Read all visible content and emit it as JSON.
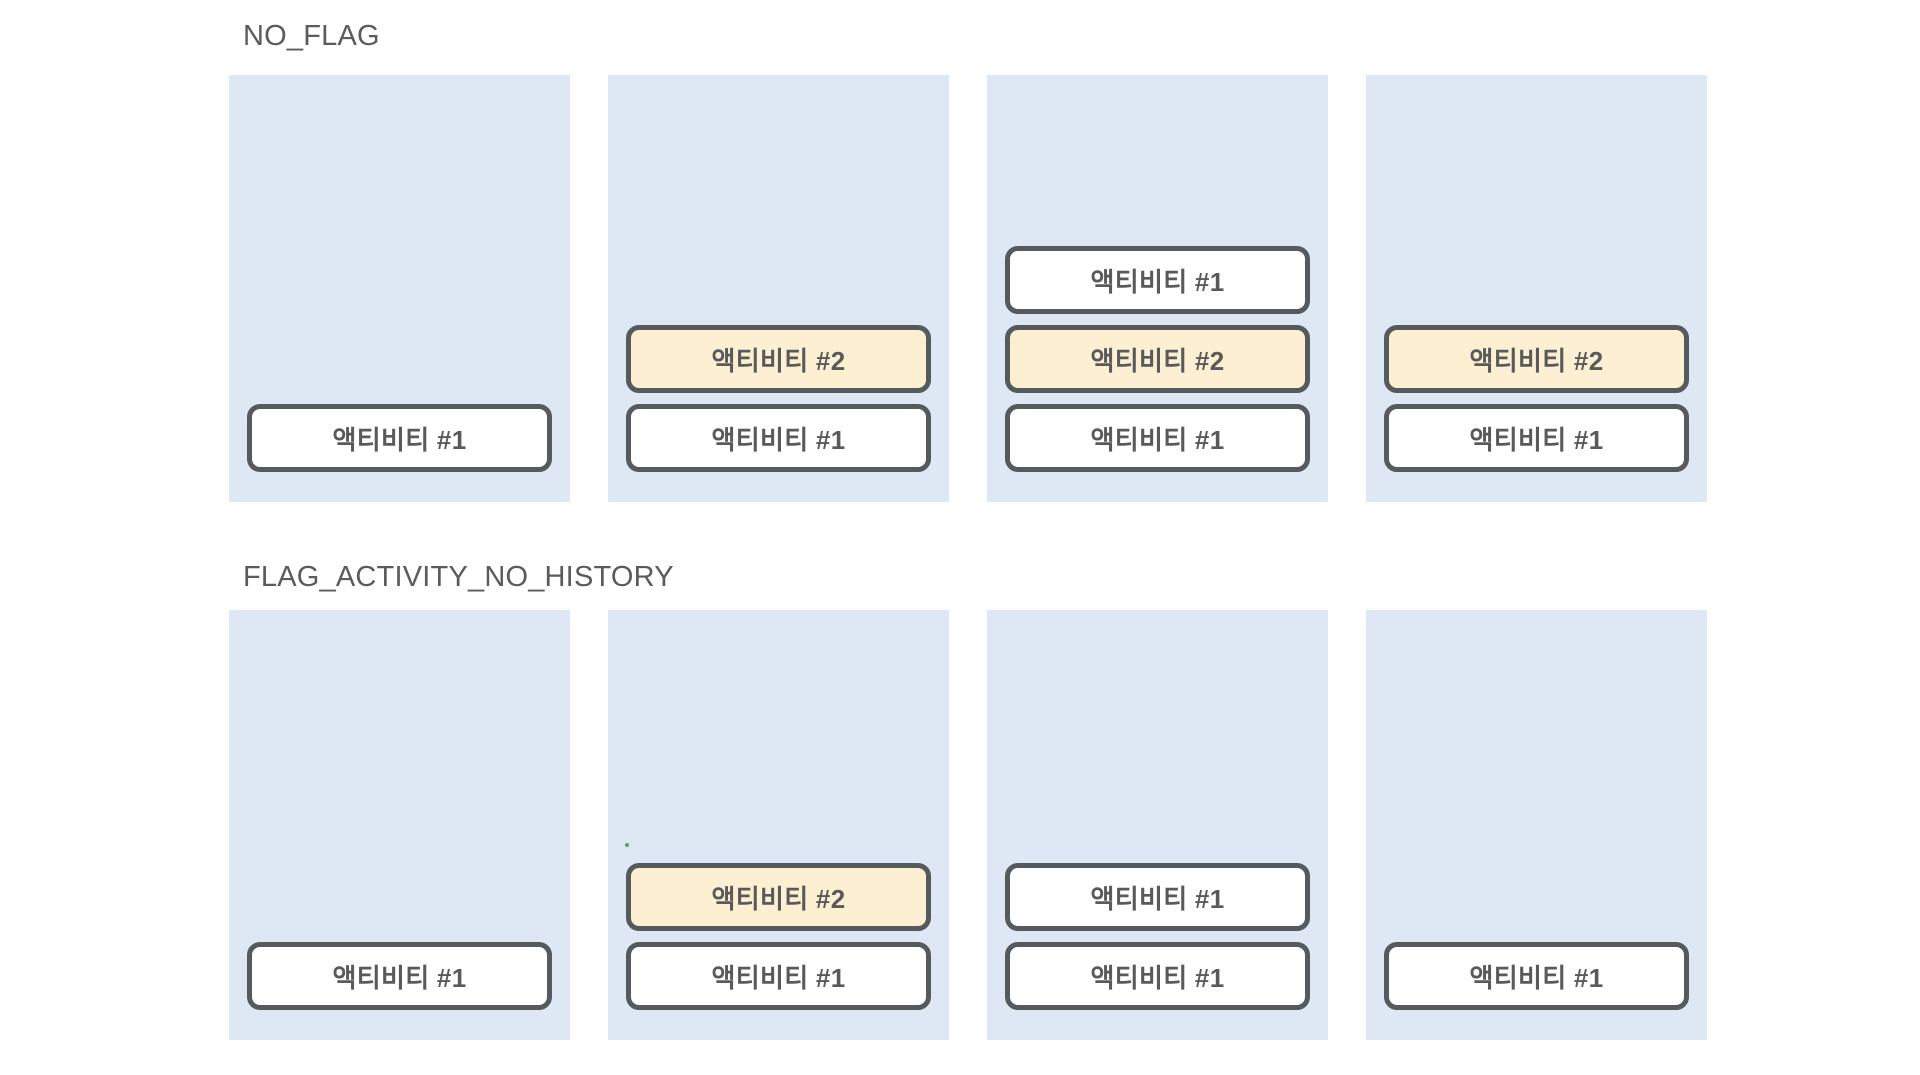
{
  "page": {
    "background_color": "#ffffff",
    "panel_color": "#dee8f5",
    "box_border_color": "#555b5c",
    "box_fill_default": "#ffffff",
    "box_fill_highlight": "#fdf0d2",
    "text_color": "#5a5a5a",
    "title_color": "#5b5b5b"
  },
  "sections": [
    {
      "title": "NO_FLAG",
      "stacks": [
        {
          "activities": [
            {
              "label": "액티비티 #1",
              "highlight": false
            }
          ]
        },
        {
          "activities": [
            {
              "label": "액티비티 #2",
              "highlight": true
            },
            {
              "label": "액티비티 #1",
              "highlight": false
            }
          ]
        },
        {
          "activities": [
            {
              "label": "액티비티 #1",
              "highlight": false
            },
            {
              "label": "액티비티 #2",
              "highlight": true
            },
            {
              "label": "액티비티 #1",
              "highlight": false
            }
          ]
        },
        {
          "activities": [
            {
              "label": "액티비티 #2",
              "highlight": true
            },
            {
              "label": "액티비티 #1",
              "highlight": false
            }
          ]
        }
      ]
    },
    {
      "title": "FLAG_ACTIVITY_NO_HISTORY",
      "stacks": [
        {
          "activities": [
            {
              "label": "액티비티 #1",
              "highlight": false
            }
          ]
        },
        {
          "activities": [
            {
              "label": "액티비티 #2",
              "highlight": true
            },
            {
              "label": "액티비티 #1",
              "highlight": false
            }
          ]
        },
        {
          "activities": [
            {
              "label": "액티비티 #1",
              "highlight": false
            },
            {
              "label": "액티비티 #1",
              "highlight": false
            }
          ]
        },
        {
          "activities": [
            {
              "label": "액티비티 #1",
              "highlight": false
            }
          ]
        }
      ]
    }
  ]
}
